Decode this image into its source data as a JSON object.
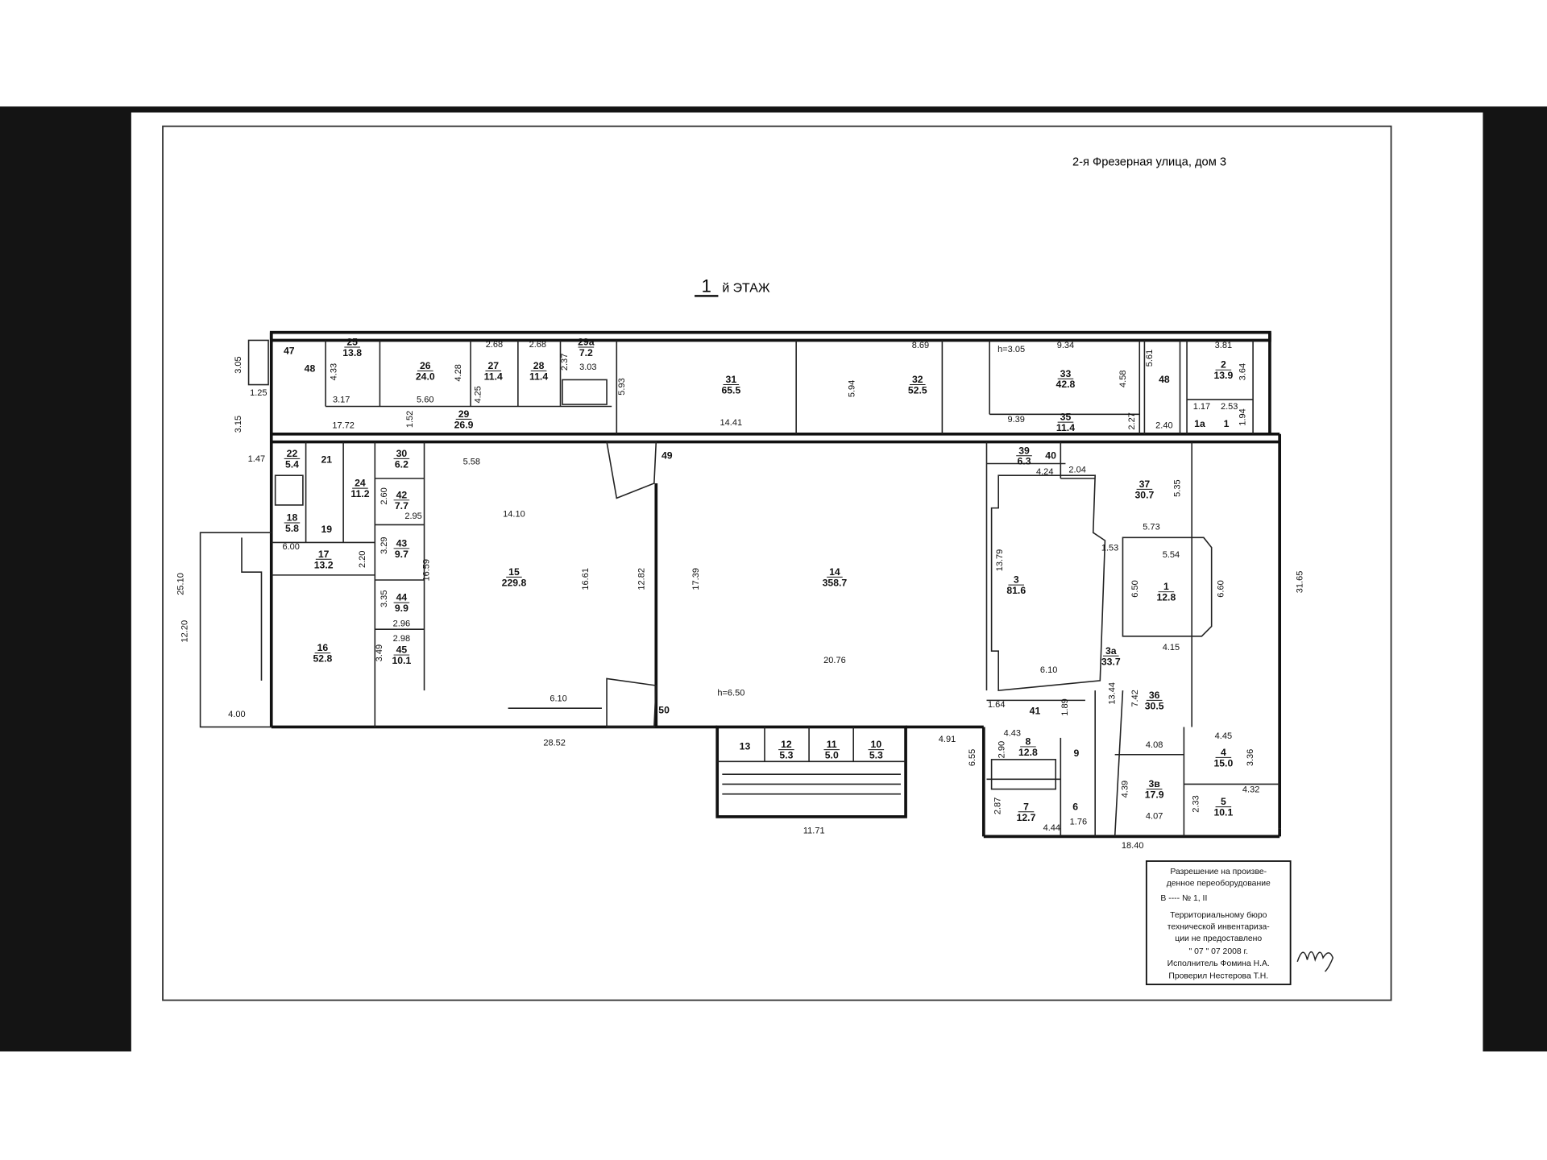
{
  "header": {
    "address": "2-я Фрезерная улица, дом 3",
    "floor_number": "1",
    "floor_label": "й ЭТАЖ"
  },
  "rooms": [
    {
      "number": "47",
      "area": ""
    },
    {
      "number": "48",
      "area": ""
    },
    {
      "number": "25",
      "area": "13.8"
    },
    {
      "number": "26",
      "area": "24.0"
    },
    {
      "number": "27",
      "area": "11.4"
    },
    {
      "number": "28",
      "area": "11.4"
    },
    {
      "number": "29а",
      "area": "7.2"
    },
    {
      "number": "29",
      "area": "26.9"
    },
    {
      "number": "31",
      "area": "65.5"
    },
    {
      "number": "32",
      "area": "52.5"
    },
    {
      "number": "33",
      "area": "42.8"
    },
    {
      "number": "35",
      "area": "11.4"
    },
    {
      "number": "48",
      "area": ""
    },
    {
      "number": "2",
      "area": "13.9"
    },
    {
      "number": "1а",
      "area": ""
    },
    {
      "number": "1",
      "area": ""
    },
    {
      "number": "22",
      "area": "5.4"
    },
    {
      "number": "21",
      "area": ""
    },
    {
      "number": "24",
      "area": "11.2"
    },
    {
      "number": "30",
      "area": "6.2"
    },
    {
      "number": "18",
      "area": "5.8"
    },
    {
      "number": "19",
      "area": ""
    },
    {
      "number": "17",
      "area": "13.2"
    },
    {
      "number": "42",
      "area": "7.7"
    },
    {
      "number": "43",
      "area": "9.7"
    },
    {
      "number": "44",
      "area": "9.9"
    },
    {
      "number": "45",
      "area": "10.1"
    },
    {
      "number": "16",
      "area": "52.8"
    },
    {
      "number": "15",
      "area": "229.8"
    },
    {
      "number": "14",
      "area": "358.7"
    },
    {
      "number": "49",
      "area": ""
    },
    {
      "number": "50",
      "area": ""
    },
    {
      "number": "39",
      "area": "6.3"
    },
    {
      "number": "40",
      "area": ""
    },
    {
      "number": "37",
      "area": "30.7"
    },
    {
      "number": "3",
      "area": "81.6"
    },
    {
      "number": "1",
      "area": "12.8"
    },
    {
      "number": "3а",
      "area": "33.7"
    },
    {
      "number": "36",
      "area": "30.5"
    },
    {
      "number": "41",
      "area": ""
    },
    {
      "number": "13",
      "area": ""
    },
    {
      "number": "12",
      "area": "5.3"
    },
    {
      "number": "11",
      "area": "5.0"
    },
    {
      "number": "10",
      "area": "5.3"
    },
    {
      "number": "8",
      "area": "12.8"
    },
    {
      "number": "9",
      "area": ""
    },
    {
      "number": "7",
      "area": "12.7"
    },
    {
      "number": "6",
      "area": ""
    },
    {
      "number": "3в",
      "area": "17.9"
    },
    {
      "number": "4",
      "area": "15.0"
    },
    {
      "number": "5",
      "area": "10.1"
    }
  ],
  "dimensions": [
    "3.05",
    "4.33",
    "1.25",
    "3.15",
    "1.47",
    "3.17",
    "5.60",
    "1.52",
    "17.72",
    "4.28",
    "2.68",
    "2.68",
    "4.25",
    "2.37",
    "3.03",
    "5.93",
    "14.41",
    "5.94",
    "8.69",
    "h=3.05",
    "9.34",
    "4.58",
    "9.39",
    "2.27",
    "5.61",
    "2.40",
    "3.81",
    "3.64",
    "1.17",
    "2.53",
    "1.94",
    "5.58",
    "14.10",
    "16.61",
    "12.82",
    "17.39",
    "20.76",
    "h=6.50",
    "6.10",
    "28.52",
    "25.10",
    "12.20",
    "4.00",
    "6.00",
    "2.20",
    "2.60",
    "2.95",
    "3.29",
    "3.35",
    "2.96",
    "2.98",
    "3.49",
    "16.59",
    "4.24",
    "2.04",
    "5.35",
    "5.73",
    "1.53",
    "5.54",
    "6.50",
    "6.60",
    "13.79",
    "6.10",
    "4.15",
    "31.65",
    "1.64",
    "1.89",
    "13.44",
    "7.42",
    "4.08",
    "4.91",
    "4.43",
    "2.90",
    "6.55",
    "2.87",
    "4.44",
    "1.76",
    "4.39",
    "4.07",
    "4.45",
    "3.36",
    "4.32",
    "2.33",
    "18.40",
    "11.71"
  ],
  "stamp": {
    "line1": "Разрешение на произве-",
    "line2": "денное переоборудование",
    "line3": "В ---- № 1, II",
    "line4": "Территориальному бюро",
    "line5": "технической инвентаризa-",
    "line6": "ции не предоставлено",
    "date": "\" 07 \"      07        2008 г.",
    "executor": "Исполнитель   Фомина Н.А.",
    "checker": "Проверил   Нестерова Т.Н.",
    "signature": "подпись"
  }
}
